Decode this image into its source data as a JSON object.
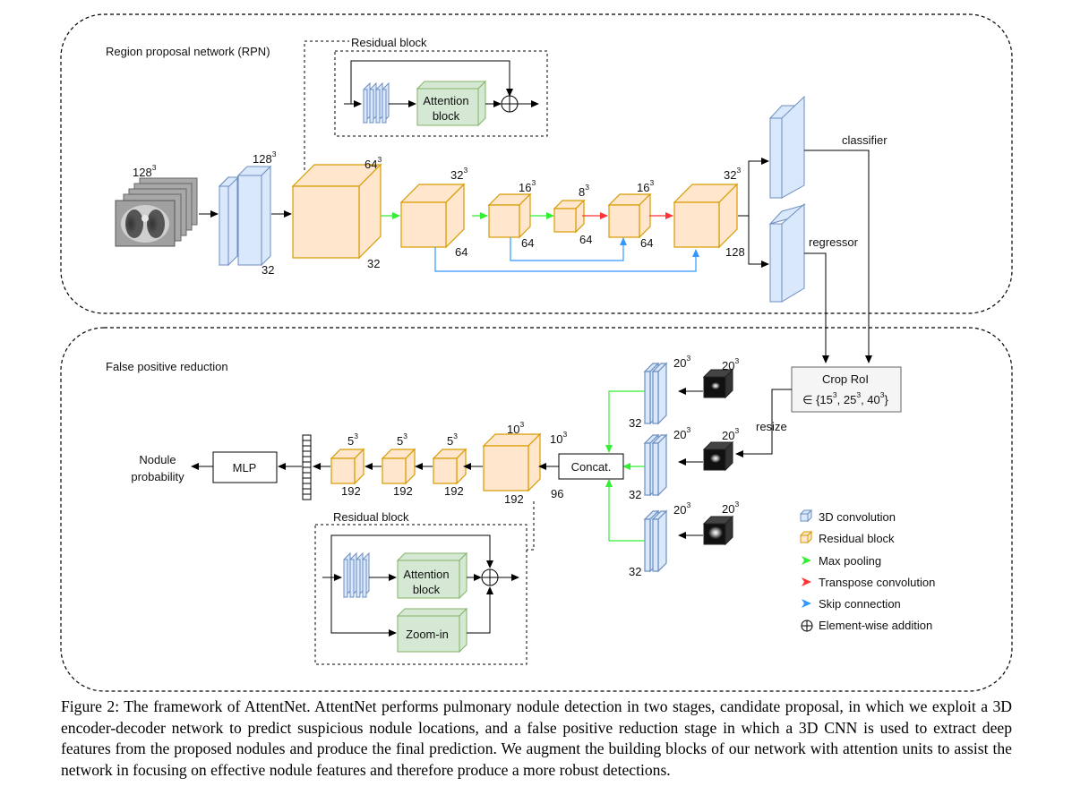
{
  "figure": {
    "sections": {
      "rpn": "Region proposal network (RPN)",
      "fpr": "False positive reduction",
      "residual_top": "Residual block",
      "residual_bottom": "Residual block"
    },
    "blocks": {
      "attention_top": [
        "Attention",
        "block"
      ],
      "attention_bottom": [
        "Attention",
        "block"
      ],
      "zoom_in": "Zoom-in",
      "concat": "Concat.",
      "mlp": "MLP",
      "crop_roi": "Crop RoI",
      "output": [
        "Nodule",
        "probability"
      ]
    },
    "labels": {
      "classifier": "classifier",
      "regressor": "regressor",
      "resize": "resize",
      "crop_set_prefix": "∈ {15",
      "crop_set_s1": "3",
      "crop_set_mid1": ", 25",
      "crop_set_s2": "3",
      "crop_set_mid2": ", 40",
      "crop_set_s3": "3",
      "crop_set_end": "}"
    },
    "dims": {
      "in128": "128",
      "in128_sup": "3",
      "c128": "128",
      "c128_sup": "3",
      "c128_ch": "32",
      "r64": "64",
      "r64_sup": "3",
      "r64_ch": "32",
      "r32": "32",
      "r32_sup": "3",
      "r32_ch": "64",
      "r16": "16",
      "r16_sup": "3",
      "r16_ch": "64",
      "r8": "8",
      "r8_sup": "3",
      "r8_ch": "64",
      "r16b": "16",
      "r16b_sup": "3",
      "r16b_ch": "64",
      "r32b": "32",
      "r32b_sup": "3",
      "r32b_ch": "128",
      "f20a": "20",
      "f20a_sup": "3",
      "f20a_ch": "32",
      "f20b": "20",
      "f20b_sup": "3",
      "f20b_ch": "32",
      "f20c": "20",
      "f20c_sup": "3",
      "f20c_ch": "32",
      "p20a": "20",
      "p20a_sup": "3",
      "p20b": "20",
      "p20b_sup": "3",
      "p20c": "20",
      "p20c_sup": "3",
      "concat10": "10",
      "concat10_sup": "3",
      "concat_ch": "96",
      "big10": "10",
      "big10_sup": "3",
      "big10_ch": "192",
      "s5a": "5",
      "s5a_sup": "3",
      "s5a_ch": "192",
      "s5b": "5",
      "s5b_sup": "3",
      "s5b_ch": "192",
      "s5c": "5",
      "s5c_sup": "3",
      "s5c_ch": "192"
    },
    "legend": [
      {
        "label": "3D convolution",
        "icon": "cube-blue-icon"
      },
      {
        "label": "Residual block",
        "icon": "cube-orange-icon"
      },
      {
        "label": "Max pooling",
        "icon": "arrow-green-icon"
      },
      {
        "label": "Transpose convolution",
        "icon": "arrow-red-icon"
      },
      {
        "label": "Skip connection",
        "icon": "arrow-blue-icon"
      },
      {
        "label": "Element-wise addition",
        "icon": "oplus-icon"
      }
    ],
    "colors": {
      "conv_fill": "#dae8fc",
      "conv_stroke": "#6c8ebf",
      "res_fill": "#ffe6cc",
      "res_stroke": "#d79b00",
      "attn_fill": "#d5e8d4",
      "attn_stroke": "#82b366",
      "max_pool": "#33ee33",
      "transpose": "#ff3333",
      "skip": "#3399ff"
    }
  },
  "caption": "Figure 2: The framework of AttentNet. AttentNet performs pulmonary nodule detection in two stages, candidate proposal, in which we exploit a 3D encoder-decoder network to predict suspicious nodule locations, and a false positive reduction stage in which a 3D CNN is used to extract deep features from the proposed nodules and produce the final prediction. We augment the building blocks of our network with attention units to assist the network in focusing on effective nodule features and therefore produce a more robust detections."
}
